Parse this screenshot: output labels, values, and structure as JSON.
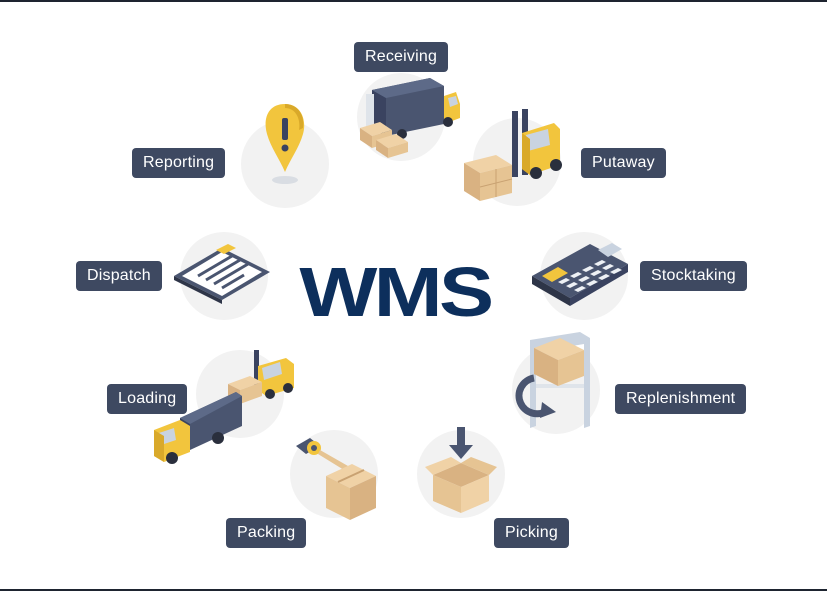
{
  "diagram": {
    "title": "WMS",
    "stages": {
      "receiving": "Receiving",
      "putaway": "Putaway",
      "stocktaking": "Stocktaking",
      "replenishment": "Replenishment",
      "picking": "Picking",
      "packing": "Packing",
      "loading": "Loading",
      "dispatch": "Dispatch",
      "reporting": "Reporting"
    }
  },
  "colors": {
    "label_bg": "#3e4961",
    "label_text": "#ffffff",
    "title": "#0d2f5c",
    "accent_yellow": "#f2c53d",
    "truck_body": "#4a5570",
    "box": "#f0d2a6",
    "bubble": "#f2f2f2"
  }
}
